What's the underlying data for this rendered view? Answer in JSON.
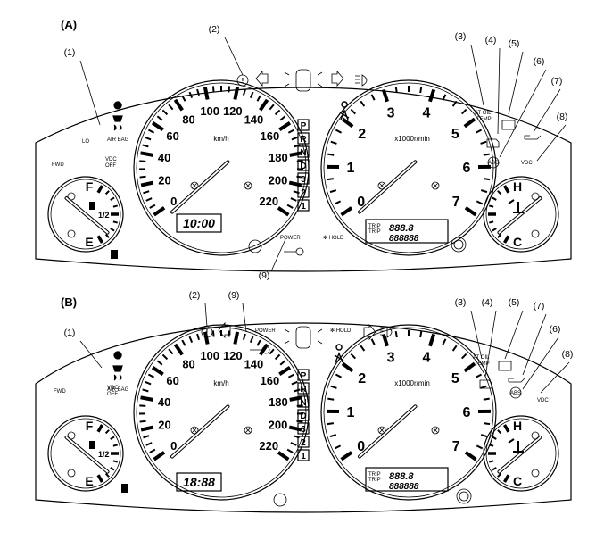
{
  "panels": [
    {
      "id": "A",
      "title": "(A)",
      "callouts": [
        {
          "n": "(1)",
          "target": "airbag"
        },
        {
          "n": "(2)",
          "target": "brake"
        },
        {
          "n": "(3)",
          "target": "atoil"
        },
        {
          "n": "(4)",
          "target": "check"
        },
        {
          "n": "(5)",
          "target": "battery"
        },
        {
          "n": "(6)",
          "target": "abs"
        },
        {
          "n": "(7)",
          "target": "oil"
        },
        {
          "n": "(8)",
          "target": "vdc"
        },
        {
          "n": "(9)",
          "target": "power"
        }
      ],
      "speed_display": "10:00",
      "odo_display": "888888",
      "trip_display": "888.8",
      "show_ld": true
    },
    {
      "id": "B",
      "title": "(B)",
      "callouts": [
        {
          "n": "(1)",
          "target": "airbag"
        },
        {
          "n": "(2)",
          "target": "brake"
        },
        {
          "n": "(3)",
          "target": "atoil"
        },
        {
          "n": "(4)",
          "target": "check"
        },
        {
          "n": "(5)",
          "target": "battery"
        },
        {
          "n": "(7)",
          "target": "oil"
        },
        {
          "n": "(6)",
          "target": "abs"
        },
        {
          "n": "(8)",
          "target": "vdc"
        },
        {
          "n": "(9)",
          "target": "power"
        }
      ],
      "speed_display": "18:88",
      "odo_display": "888888",
      "trip_display": "888.8",
      "show_ld": false
    }
  ],
  "labels": {
    "airbag": "AIR BAG",
    "ld": "LO",
    "fwd": "FWD",
    "vdc_off_1": "VDC",
    "vdc_off_2": "OFF",
    "vdc": "VDC",
    "at_oil_1": "AT OIL",
    "at_oil_2": "TEMP",
    "power": "POWER",
    "hold": "✻ HOLD",
    "kmh": "km/h",
    "rpm": "x1000r/min",
    "trip_a": "TRIP",
    "trip_b": "TRIP",
    "fuel_f": "F",
    "fuel_e": "E",
    "fuel_half": "1/2",
    "temp_h": "H",
    "temp_c": "C",
    "abs": "ABS"
  },
  "gear_positions": [
    "P",
    "R",
    "N",
    "D",
    "3",
    "2",
    "1"
  ],
  "speed_ticks": [
    "0",
    "20",
    "40",
    "60",
    "80",
    "100",
    "120",
    "140",
    "160",
    "180",
    "200",
    "220"
  ],
  "rpm_ticks": [
    "0",
    "1",
    "2",
    "3",
    "4",
    "5",
    "6",
    "7"
  ]
}
